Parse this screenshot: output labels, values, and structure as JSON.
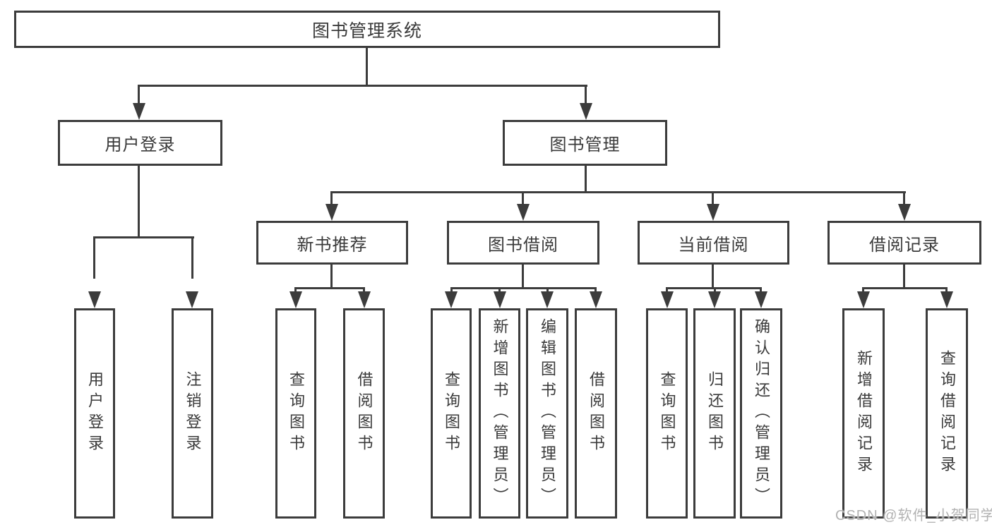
{
  "title": "图书管理系统",
  "branches": {
    "user_login": "用户登录",
    "book_management": "图书管理"
  },
  "modules": {
    "new_book_recommend": "新书推荐",
    "book_borrowing": "图书借阅",
    "current_borrowing": "当前借阅",
    "borrowing_records": "借阅记录"
  },
  "leaves": {
    "user_login": "用户登录",
    "logout": "注销登录",
    "nbr_query_books": "查询图书",
    "nbr_borrow_books": "借阅图书",
    "bb_query_books": "查询图书",
    "bb_add_books_admin": "新增图书（管理员）",
    "bb_edit_books_admin": "编辑图书（管理员）",
    "bb_borrow_books": "借阅图书",
    "cb_query_books": "查询图书",
    "cb_return_books": "归还图书",
    "cb_confirm_return_admin": "确认归还（管理员）",
    "br_add_record": "新增借阅记录",
    "br_query_record": "查询借阅记录"
  },
  "watermark": "CSDN @软件_小贺同学",
  "colors": {
    "line": "#3c3c3c",
    "text": "#3a3a3a",
    "background": "#ffffff",
    "watermark": "#b2b2b2"
  }
}
